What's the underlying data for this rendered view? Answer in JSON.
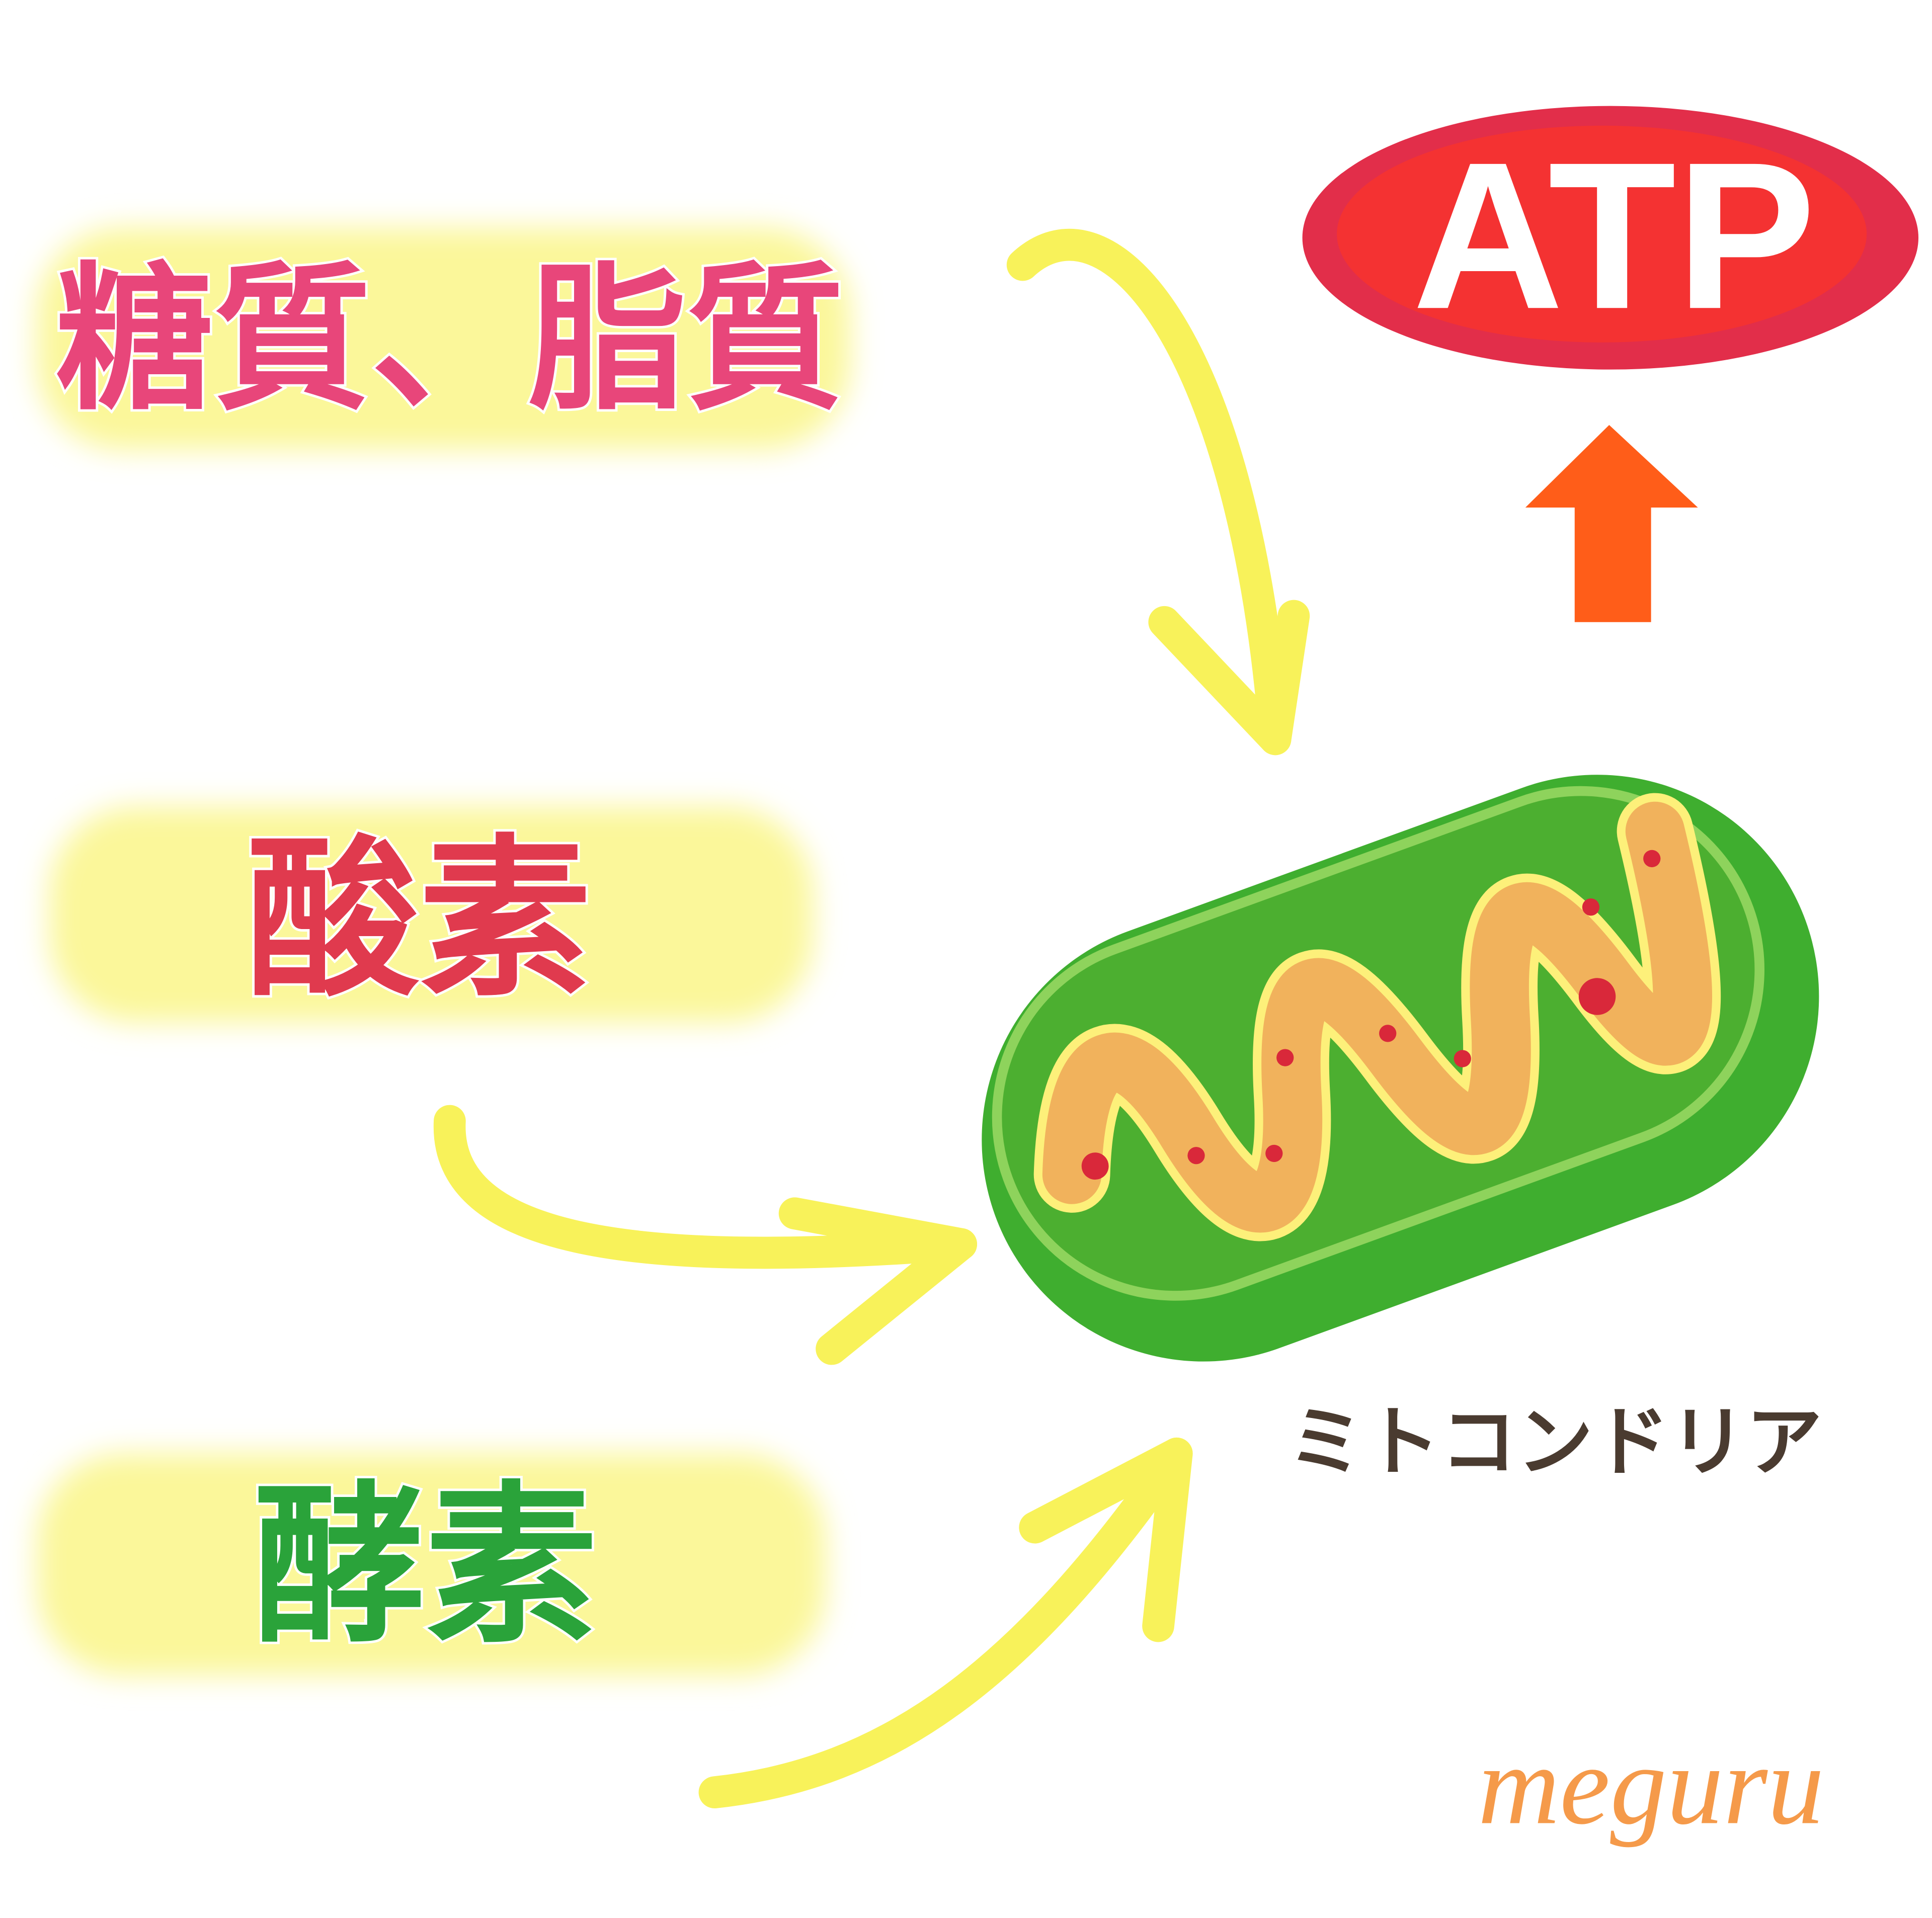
{
  "inputs": [
    {
      "label": "糖質、脂質",
      "color": "#e8467a"
    },
    {
      "label": "酸素",
      "color": "#e03a4e"
    },
    {
      "label": "酵素",
      "color": "#2aa33a"
    }
  ],
  "organelle": {
    "label": "ミトコンドリア",
    "icon": "mitochondrion-icon",
    "color": "#3fae2f"
  },
  "output": {
    "label": "ATP",
    "color": "#f43232",
    "arrow_color": "#ff5d19"
  },
  "highlight_color": "#fbf79a",
  "arrow_color": "#f8f25a",
  "logo": "meguru"
}
